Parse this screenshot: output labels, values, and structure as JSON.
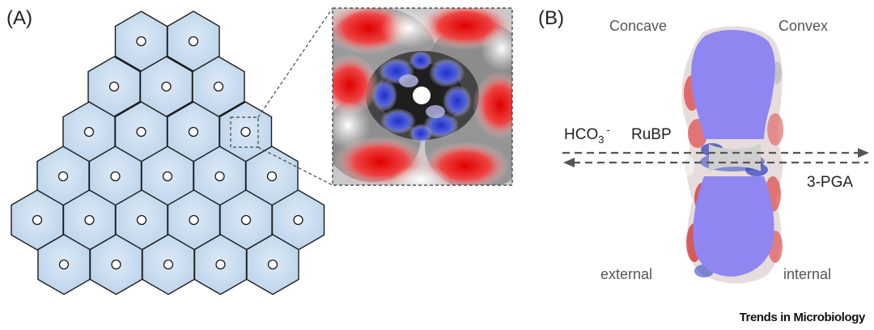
{
  "panel_a": {
    "label": "(A)"
  },
  "panel_b": {
    "label": "(B)",
    "top_left": "Concave",
    "top_right": "Convex",
    "bottom_left": "external",
    "bottom_right": "internal",
    "hco3_main": "HCO",
    "hco3_sub": "3",
    "hco3_sup": "-",
    "rubp": "RuBP",
    "pga": "3-PGA"
  },
  "footer": {
    "journal": "Trends in Microbiology"
  },
  "colors": {
    "hexagon_fill": "#cfe0f2",
    "hexagon_stroke": "#1a1a1a",
    "shell_section": "#8f86f2",
    "positive_charge": "#2233cc",
    "negative_charge": "#e01818",
    "arrow": "#555555"
  }
}
